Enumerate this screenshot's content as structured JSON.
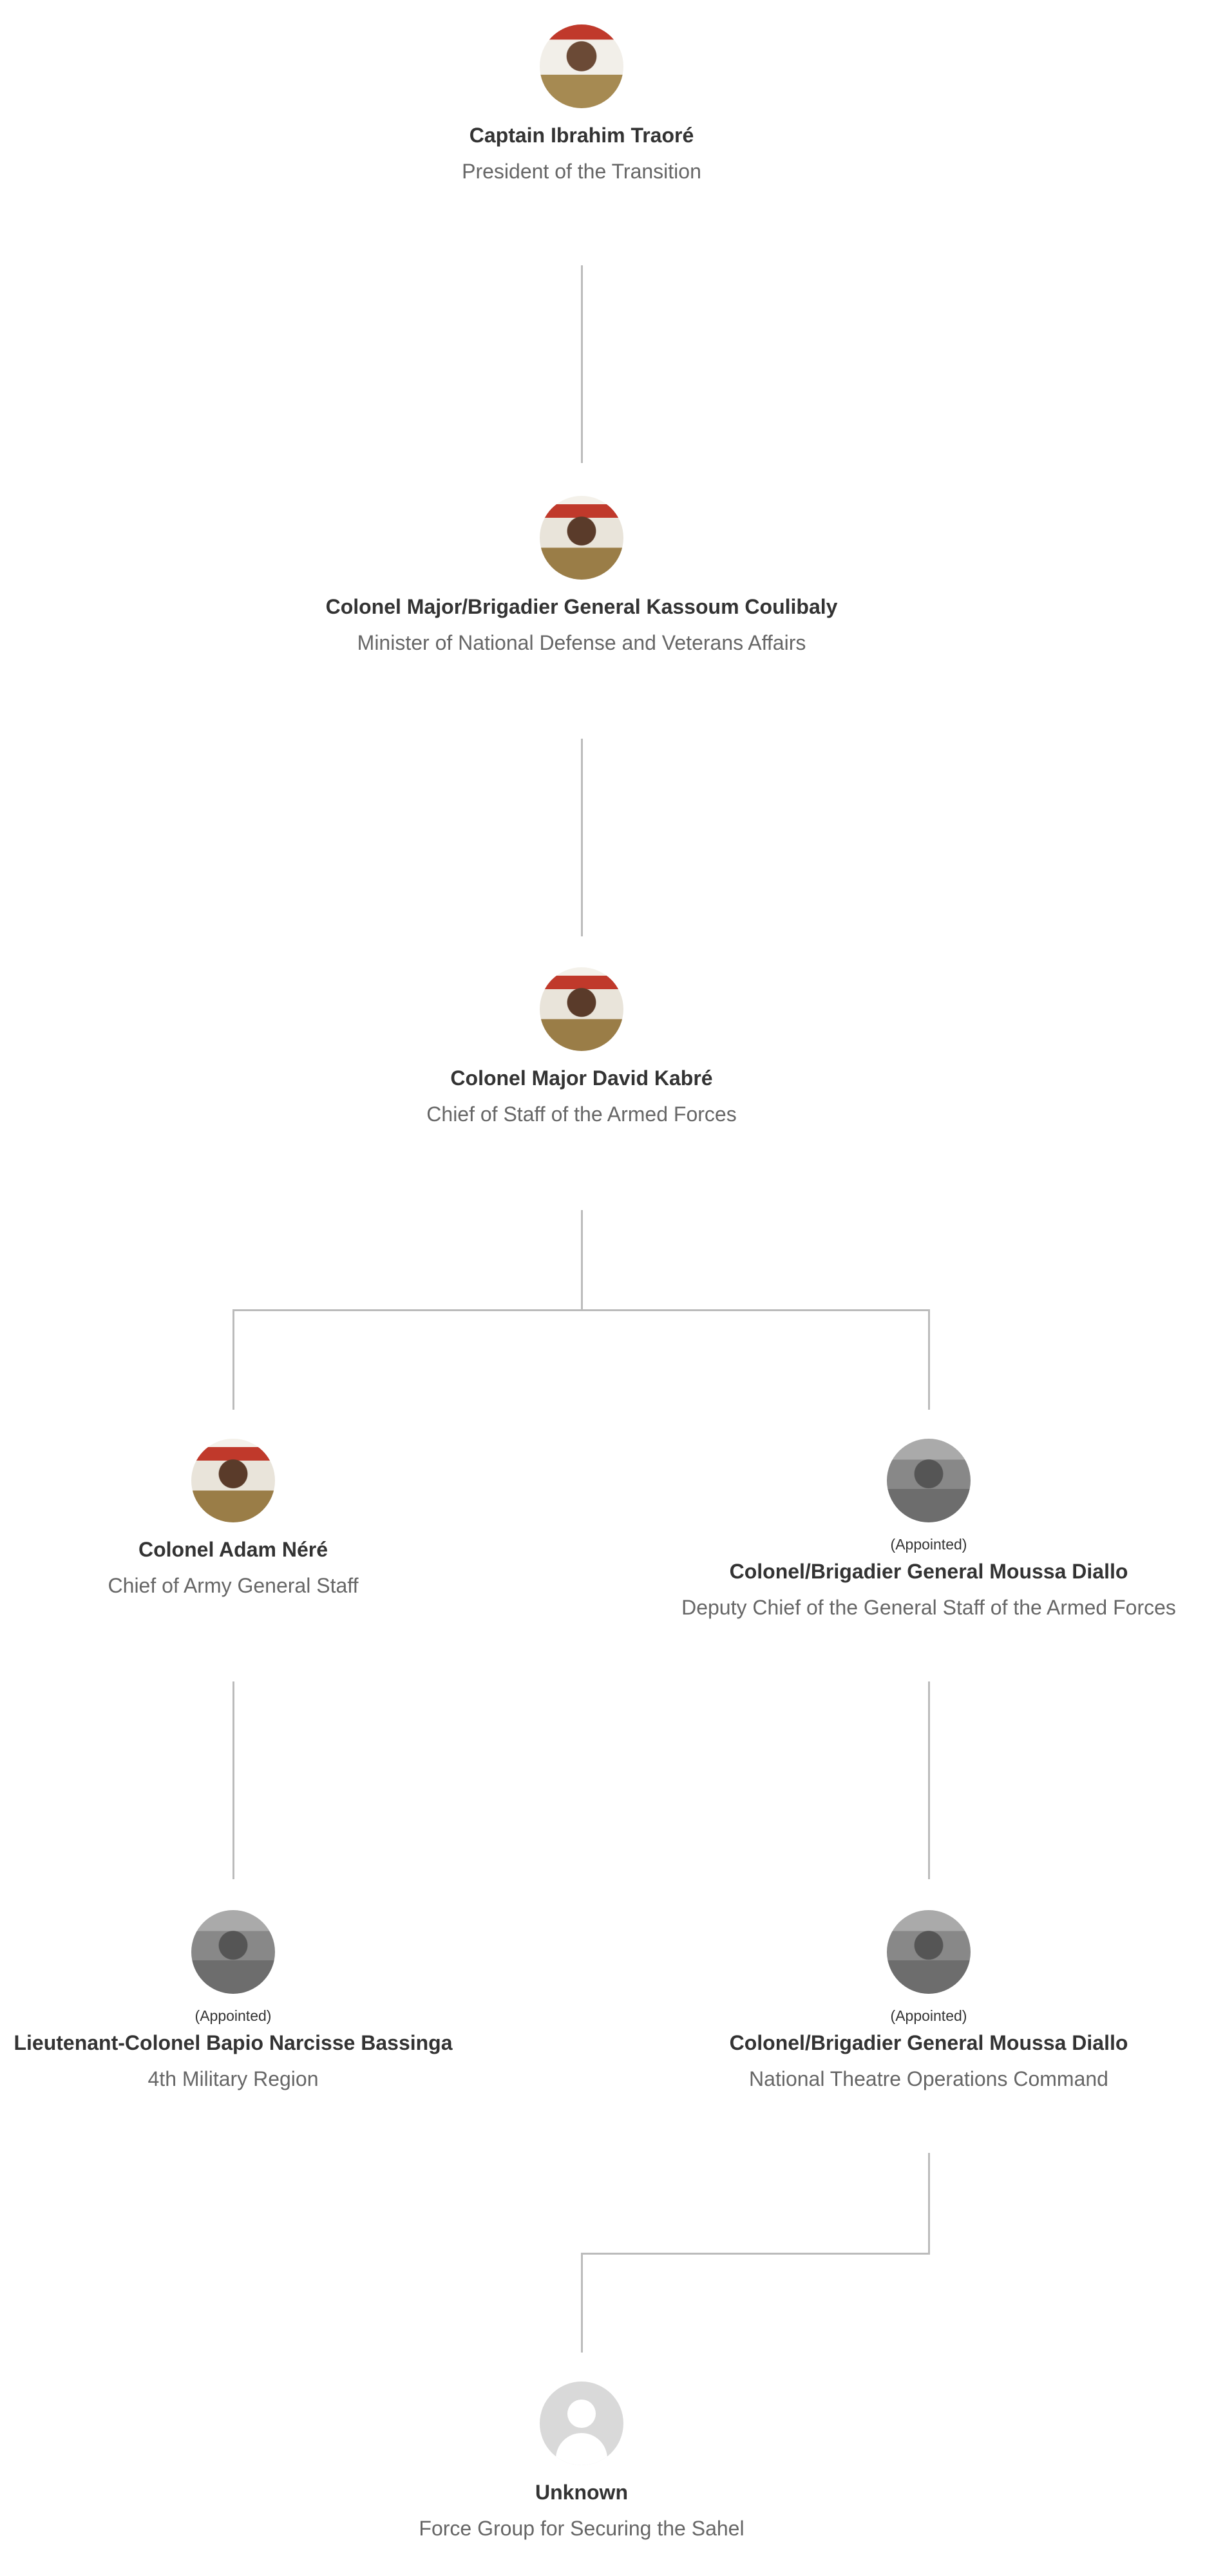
{
  "nodes": [
    {
      "name": "Captain Ibrahim Traoré",
      "title": "President of the Transition"
    },
    {
      "name": "Colonel Major/Brigadier General Kassoum Coulibaly",
      "title": "Minister of National Defense and Veterans Affairs"
    },
    {
      "name": "Colonel Major David Kabré",
      "title": "Chief of Staff of the Armed Forces"
    },
    {
      "name": "Colonel Adam Néré",
      "title": "Chief of Army General Staff"
    },
    {
      "status": "(Appointed)",
      "name": "Colonel/Brigadier General Moussa Diallo",
      "title": "Deputy Chief of the General Staff of the Armed Forces"
    },
    {
      "status": "(Appointed)",
      "name": "Lieutenant-Colonel Bapio Narcisse Bassinga",
      "title": "4th Military Region"
    },
    {
      "status": "(Appointed)",
      "name": "Colonel/Brigadier General Moussa Diallo",
      "title": "National Theatre Operations Command"
    },
    {
      "name": "Unknown",
      "title": "Force Group for Securing the Sahel"
    }
  ],
  "colors": {
    "connector": "#bbbbbb",
    "name": "#333333",
    "title": "#666666"
  }
}
